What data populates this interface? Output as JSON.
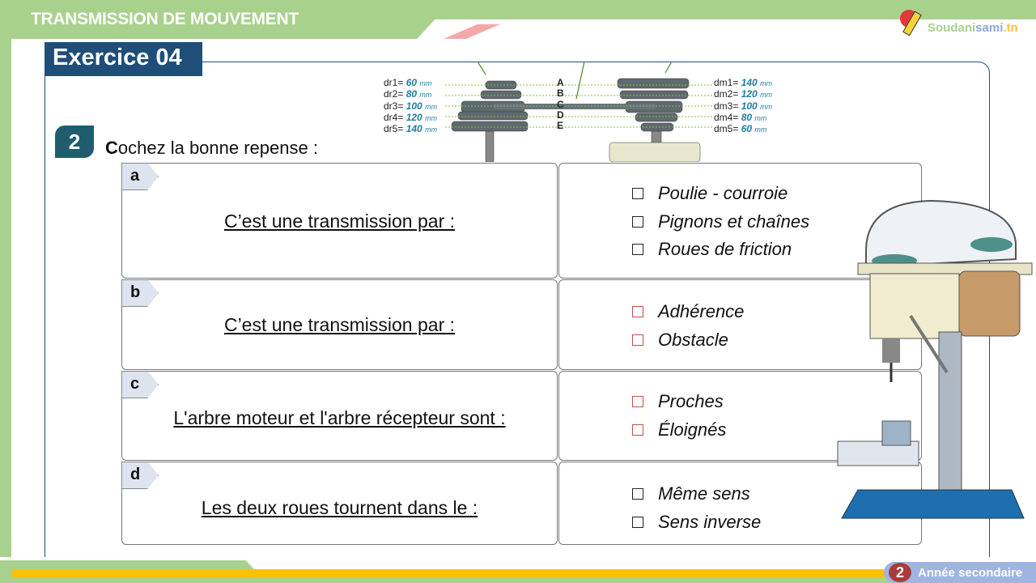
{
  "header": {
    "title": "TRANSMISSION DE MOUVEMENT",
    "logo": [
      "Soudani",
      "sami",
      ".tn"
    ]
  },
  "exercise": {
    "title": "Exercice 04",
    "question_number": "2",
    "question_first": "C",
    "question_rest": "ochez la bonne repense :"
  },
  "diagram": {
    "receiver": [
      {
        "label": "dr1=",
        "value": "60",
        "unit": "mm"
      },
      {
        "label": "dr2=",
        "value": "80",
        "unit": "mm"
      },
      {
        "label": "dr3=",
        "value": "100",
        "unit": "mm"
      },
      {
        "label": "dr4=",
        "value": "120",
        "unit": "mm"
      },
      {
        "label": "dr5=",
        "value": "140",
        "unit": "mm"
      }
    ],
    "motor": [
      {
        "label": "dm1=",
        "value": "140",
        "unit": "mm"
      },
      {
        "label": "dm2=",
        "value": "120",
        "unit": "mm"
      },
      {
        "label": "dm3=",
        "value": "100",
        "unit": "mm"
      },
      {
        "label": "dm4=",
        "value": "80",
        "unit": "mm"
      },
      {
        "label": "dm5=",
        "value": "60",
        "unit": "mm"
      }
    ],
    "levels": [
      "A",
      "B",
      "C",
      "D",
      "E"
    ]
  },
  "rows": [
    {
      "tag": "a",
      "question": "C’est une transmission par :",
      "options": [
        "Poulie - courroie",
        "Pignons et chaînes",
        "Roues de friction"
      ]
    },
    {
      "tag": "b",
      "question": "C’est une transmission par :",
      "options": [
        "Adhérence",
        "Obstacle"
      ]
    },
    {
      "tag": "c",
      "question": "L'arbre moteur et l'arbre récepteur sont :",
      "options": [
        "Proches",
        "Éloignés"
      ]
    },
    {
      "tag": "d",
      "question": "Les deux roues tournent dans le :",
      "options": [
        "Même sens",
        "Sens inverse"
      ]
    }
  ],
  "footer": {
    "year_number": "2",
    "year_label": "Année secondaire"
  },
  "colors": {
    "green": "#a9d18e",
    "navy": "#1f4e79",
    "teal": "#1f5c6e",
    "yellow": "#ffc000"
  }
}
